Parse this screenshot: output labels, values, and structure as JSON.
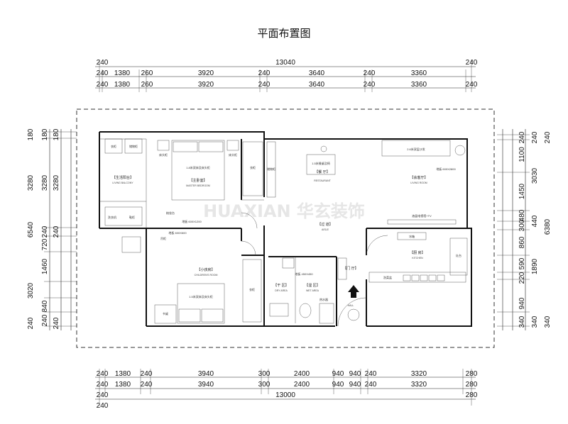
{
  "title": "平面布置图",
  "watermark": "HUAXIAN 华玄装饰",
  "dims_top": {
    "overall": "13040",
    "row1": [
      "240",
      "240",
      "1380",
      "260",
      "3920",
      "240",
      "3640",
      "240",
      "3360",
      "240"
    ],
    "row2": [
      "240",
      "1380",
      "260",
      "3920",
      "240",
      "3640",
      "240",
      "3360",
      "240"
    ]
  },
  "dims_bottom": {
    "overall": "13000",
    "row1": [
      "240",
      "1380",
      "240",
      "3940",
      "300",
      "2400",
      "940",
      "240",
      "3320",
      "280"
    ],
    "row2": [
      "240",
      "1380",
      "240",
      "3940",
      "300",
      "2400",
      "940",
      "240",
      "3320",
      "280"
    ],
    "row3": [
      "240",
      "240",
      "280"
    ]
  },
  "dims_left": {
    "overall": "6540",
    "row1": [
      "180",
      "3280",
      "240",
      "720",
      "1460",
      "240",
      "840",
      "240",
      "3020",
      "240"
    ],
    "row2": [
      "180",
      "180",
      "3280",
      "240"
    ]
  },
  "dims_right": {
    "overall": "6380",
    "row1": [
      "240",
      "1100",
      "1450",
      "480",
      "300",
      "860",
      "590",
      "220",
      "940",
      "340"
    ],
    "row2": [
      "240",
      "3030",
      "440",
      "1890",
      "340"
    ]
  },
  "rooms": {
    "balcony": {
      "cn": "【生活阳台】",
      "en": "LIVING BALCONY"
    },
    "master": {
      "cn": "【主卧室】",
      "en": "MASTER BEDROOM",
      "bed": "1.8米双床及床头柜"
    },
    "dining": {
      "cn": "【餐 厅】",
      "en": "RESTAURANT",
      "table": "1.5米餐桌及椅"
    },
    "living": {
      "cn": "【会客厅】",
      "en": "LIVING ROOM",
      "sofa": "2.6米双层沙发",
      "floor": "地板 600X2800",
      "tv": "液晶电视墙+TV"
    },
    "corridor": {
      "cn": "【过 道】",
      "en": "AISLE"
    },
    "kitchen": {
      "cn": "【厨 房】",
      "en": "KITCHEN"
    },
    "child": {
      "cn": "【小孩房】",
      "en": "CHILDREN'S ROOM",
      "bed": "1.5米双床及床头柜"
    },
    "dry": {
      "cn": "【干 区】",
      "en": "DRY AREA"
    },
    "wet": {
      "cn": "【湿 区】",
      "en": "WET AREA"
    },
    "foyer": {
      "cn": "【门 厅】",
      "en": "HALL"
    }
  },
  "labels": {
    "wardrobe": "衣柜",
    "washer": "洗衣机",
    "shoe": "鞋柜",
    "bedside": "床头柜",
    "tiles": "地板 600X1200",
    "tiles2": "地板 600X600",
    "tiles3": "地板 450X450",
    "storage": "储物柜",
    "fridge": "冰箱",
    "stove": "灶台",
    "sink": "洗菜盆",
    "desk": "书桌",
    "cabinet": "吊柜",
    "heater": "热水器",
    "dresser": "梳妆台"
  }
}
